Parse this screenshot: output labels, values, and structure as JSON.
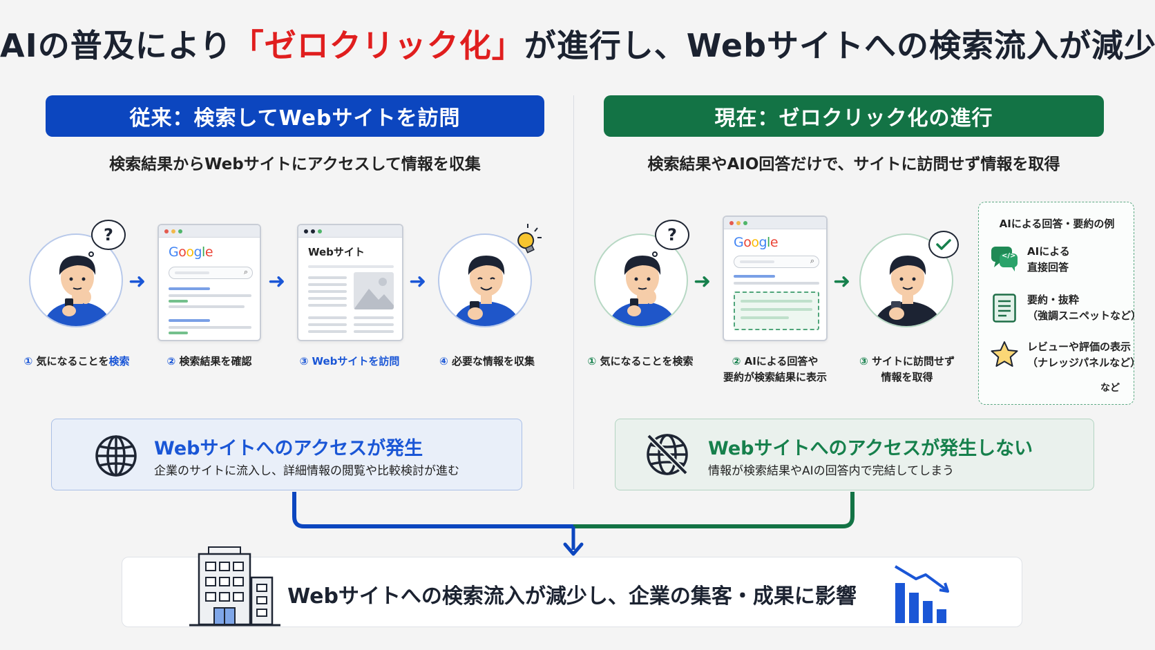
{
  "title": {
    "part1": "AIの普及により",
    "highlight": "「ゼロクリック化」",
    "part2": "が進行し、Webサイトへの検索流入が減少"
  },
  "left": {
    "banner": "従来：検索してWebサイトを訪問",
    "subtitle": "検索結果からWebサイトにアクセスして情報を収集",
    "steps": [
      {
        "num": "①",
        "text": "気になることを",
        "highlight": "検索"
      },
      {
        "num": "②",
        "text": "検索結果を確認"
      },
      {
        "num": "③",
        "text": "Webサイトを訪問"
      },
      {
        "num": "④",
        "text": "必要な情報を収集"
      }
    ],
    "browser_site_label": "Webサイト",
    "result_title": "Webサイトへのアクセスが発生",
    "result_text": "企業のサイトに流入し、詳細情報の閲覧や比較検討が進む"
  },
  "right": {
    "banner": "現在：ゼロクリック化の進行",
    "subtitle": "検索結果やAIO回答だけで、サイトに訪問せず情報を取得",
    "steps": [
      {
        "num": "①",
        "text": "気になることを検索"
      },
      {
        "num": "②",
        "line1": "AIによる回答や",
        "line2": "要約が検索結果に表示"
      },
      {
        "num": "③",
        "line1": "サイトに訪問せず",
        "line2": "情報を取得"
      }
    ],
    "ai_box": {
      "title": "AIによる回答・要約の例",
      "items": [
        {
          "line1": "AIによる",
          "line2": "直接回答",
          "icon": "chat-icon"
        },
        {
          "line1": "要約・抜粋",
          "line2": "（強調スニペットなど）",
          "icon": "document-icon"
        },
        {
          "line1": "レビューや評価の表示",
          "line2": "（ナレッジパネルなど）",
          "icon": "star-icon"
        }
      ],
      "etc": "など"
    },
    "result_title": "Webサイトへのアクセスが発生しない",
    "result_text": "情報が検索結果やAIの回答内で完結してしまう"
  },
  "google_letters": [
    "G",
    "o",
    "o",
    "g",
    "l",
    "e"
  ],
  "final_text": "Webサイトへの検索流入が減少し、企業の集客・成果に影響",
  "colors": {
    "blue": "#0c46bf",
    "green": "#137345",
    "red": "#e01e1e"
  }
}
